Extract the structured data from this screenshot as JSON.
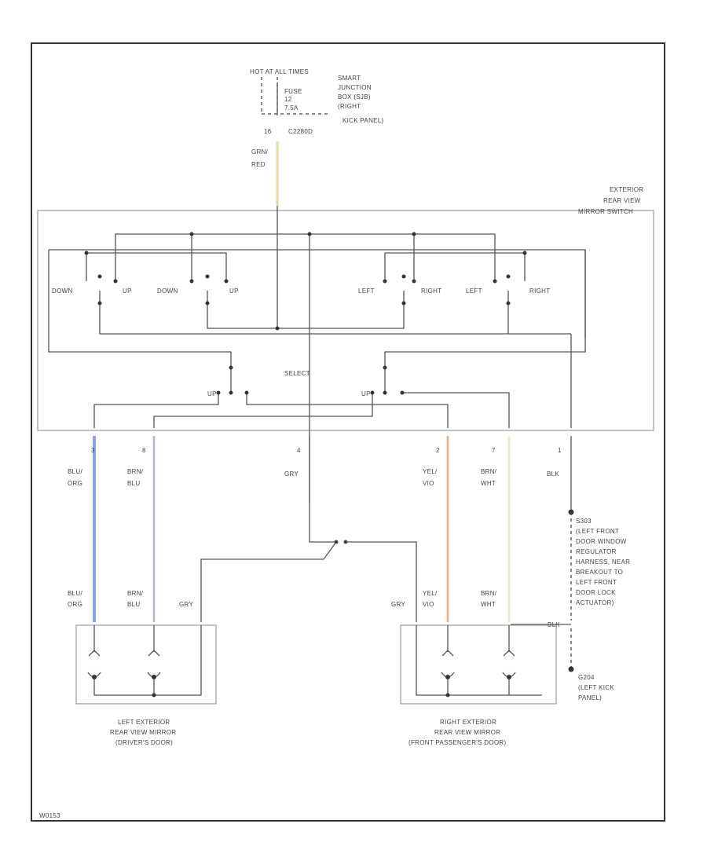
{
  "power": {
    "hot_at": "HOT AT ALL TIMES",
    "fuse": [
      "FUSE",
      "12",
      "7.5A"
    ],
    "junction_box": [
      "SMART",
      "JUNCTION",
      "BOX (SJB)",
      "(RIGHT",
      "KICK PANEL)"
    ],
    "pin": "16",
    "connector": "C2280D",
    "wire_color": [
      "GRN/",
      "RED"
    ]
  },
  "switch": {
    "label": [
      "EXTERIOR",
      "REAR VIEW",
      "MIRROR SWITCH"
    ],
    "select_label": "SELECT",
    "up_down_labels": [
      "DOWN",
      "UP",
      "DOWN",
      "UP"
    ],
    "left_right_labels": [
      "LEFT",
      "RIGHT",
      "LEFT",
      "RIGHT"
    ],
    "select_left_label": "UP",
    "select_right_label": "UP"
  },
  "pins": [
    {
      "num": "3",
      "color": [
        "BLU/",
        "ORG"
      ]
    },
    {
      "num": "8",
      "color": [
        "BRN/",
        "BLU"
      ]
    },
    {
      "num": "4",
      "color": [
        "GRY"
      ]
    },
    {
      "num": "2",
      "color": [
        "YEL/",
        "VIO"
      ]
    },
    {
      "num": "7",
      "color": [
        "BRN/",
        "WHT"
      ]
    },
    {
      "num": "1",
      "color": [
        "BLK"
      ]
    }
  ],
  "ground_splice": [
    "S303",
    "(LEFT FRONT",
    "DOOR WINDOW",
    "REGULATOR",
    "HARNESS, NEAR",
    "BREAKOUT TO",
    "LEFT FRONT",
    "DOOR LOCK",
    "ACTUATOR)"
  ],
  "ground_point": [
    "G204",
    "(LEFT KICK",
    "PANEL)"
  ],
  "left_mirror": {
    "wires": [
      [
        "BLU/",
        "ORG"
      ],
      [
        "BRN/",
        "BLU"
      ],
      [
        "GRY"
      ]
    ],
    "label": [
      "LEFT EXTERIOR",
      "REAR VIEW MIRROR",
      "(DRIVER'S DOOR)"
    ]
  },
  "right_mirror": {
    "wires": [
      [
        "GRY"
      ],
      [
        "YEL/",
        "VIO"
      ],
      [
        "BRN/",
        "WHT"
      ]
    ],
    "blk_label": "BLK",
    "label": [
      "RIGHT EXTERIOR",
      "REAR VIEW MIRROR",
      "(FRONT PASSENGER'S DOOR)"
    ]
  },
  "footer_code": "W0153",
  "colors": {
    "blu_org": "#8aa6e6",
    "brn_blu": "#b3b0de",
    "grn_red": "#e4dba0",
    "yel_vio": "#f1a87a",
    "brn_wht": "#eee7c6"
  }
}
